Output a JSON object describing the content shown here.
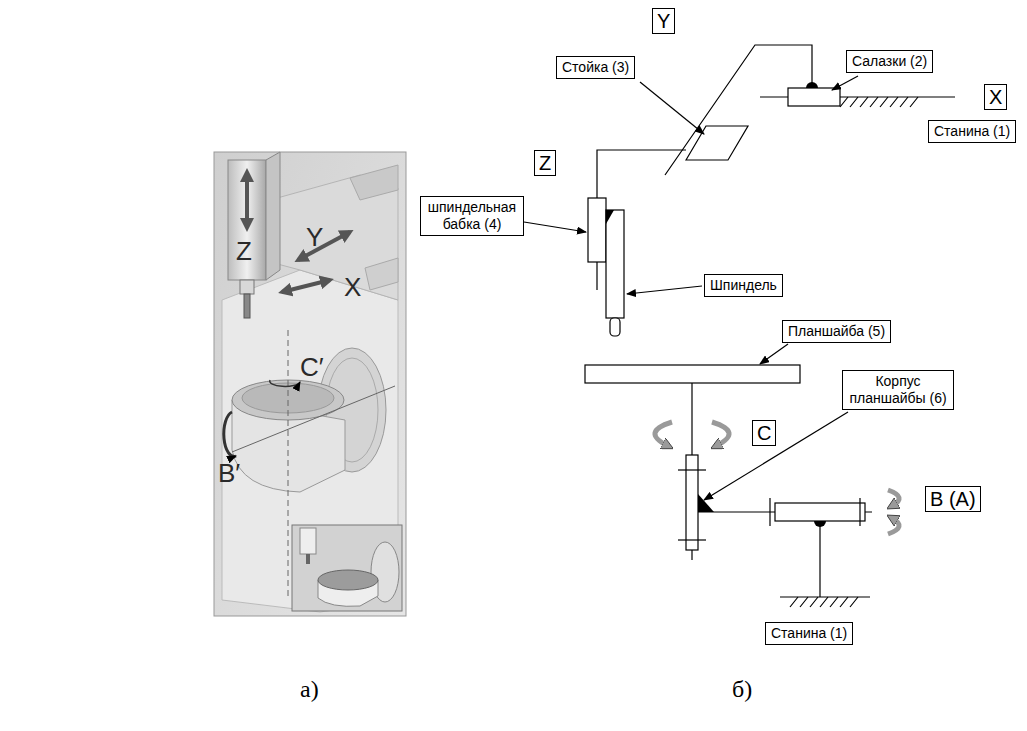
{
  "diagram": {
    "nodes": [
      {
        "text": [
          "Y"
        ]
      },
      {
        "text": [
          "Стойка (3)"
        ]
      },
      {
        "text": [
          "Салазки (2)"
        ]
      },
      {
        "text": [
          "X"
        ]
      },
      {
        "text": [
          "Станина (1)"
        ]
      },
      {
        "text": [
          "Z"
        ]
      },
      {
        "text": [
          "шпиндельная бабка (4)"
        ]
      },
      {
        "text": [
          "Шпиндель"
        ]
      },
      {
        "text": [
          "Планшайба (5)"
        ]
      },
      {
        "text": [
          "Корпус планшайбы (6)"
        ]
      },
      {
        "text": [
          "C"
        ]
      },
      {
        "text": [
          "B (A)"
        ]
      },
      {
        "text": [
          "Станина (1)"
        ]
      }
    ],
    "labels": [
      "Z",
      "Y",
      "X",
      "C′",
      "B′",
      "а)",
      "б)"
    ]
  }
}
